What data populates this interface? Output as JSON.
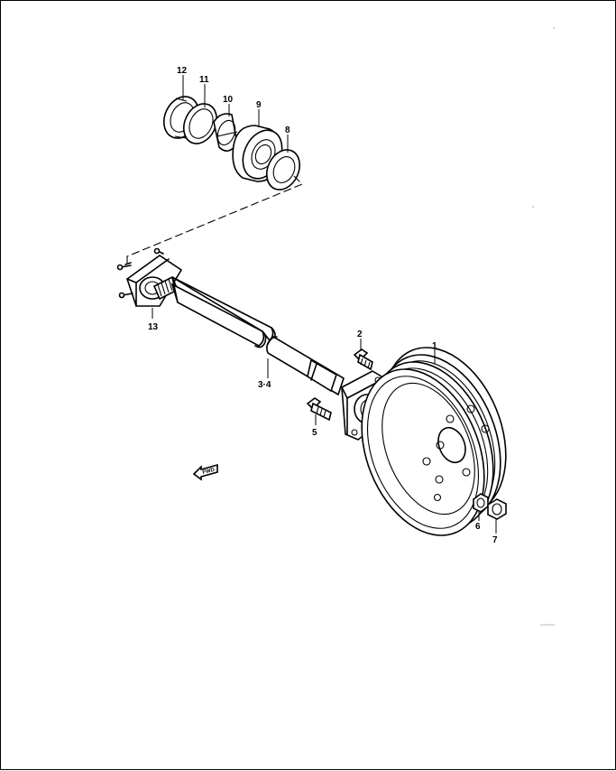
{
  "callouts": {
    "p1": "1",
    "p2": "2",
    "p34": "3·4",
    "p5": "5",
    "p6": "6",
    "p7": "7",
    "p8": "8",
    "p9": "9",
    "p10": "10",
    "p11": "11",
    "p12": "12",
    "p13": "13"
  },
  "direction_marker": {
    "label": "FWD",
    "icon": "forward-arrow-icon"
  },
  "colors": {
    "line": "#000000",
    "background": "#ffffff"
  }
}
